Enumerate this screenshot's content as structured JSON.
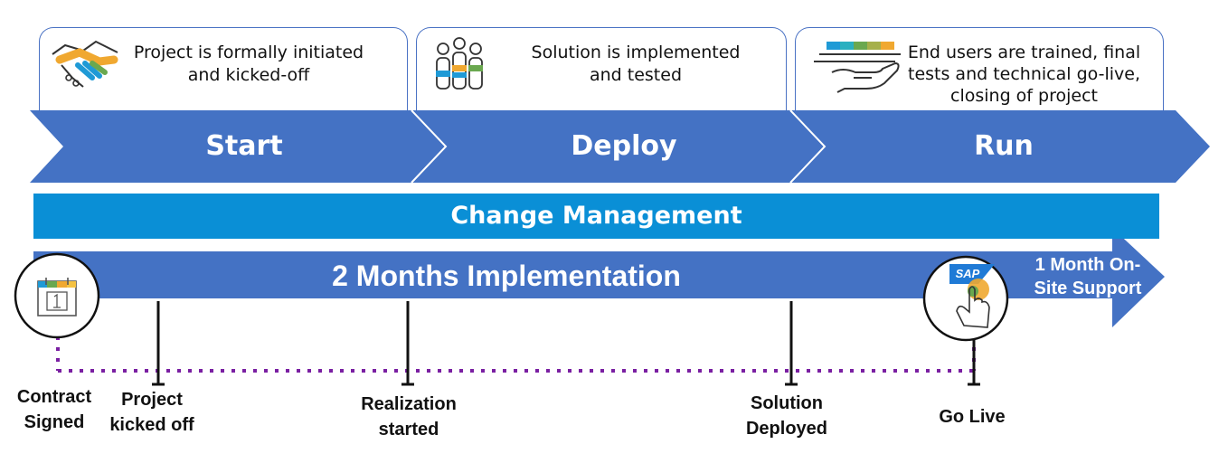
{
  "phases": [
    {
      "label": "Start",
      "description": "Project is formally initiated and kicked-off",
      "icon": "handshake-icon"
    },
    {
      "label": "Deploy",
      "description": "Solution is implemented and tested",
      "icon": "team-icon"
    },
    {
      "label": "Run",
      "description": "End users are trained, final tests and technical go-live, closing of project",
      "icon": "hand-serving-tray-icon"
    }
  ],
  "change_management": {
    "label": "Change Management"
  },
  "implementation": {
    "label": "2 Months Implementation"
  },
  "support": {
    "label_line1": "1 Month On-",
    "label_line2": "Site Support"
  },
  "milestones": [
    {
      "line1": "Contract",
      "line2": "Signed",
      "icon": "calendar-icon"
    },
    {
      "line1": "Project",
      "line2": "kicked off"
    },
    {
      "line1": "Realization",
      "line2": "started"
    },
    {
      "line1": "Solution",
      "line2": "Deployed"
    },
    {
      "line1": "Go Live",
      "line2": "",
      "icon": "sap-touch-icon"
    }
  ],
  "logo_text": "SAP",
  "colors": {
    "phase_blue": "#4472c4",
    "change_blue": "#0a8fd6",
    "timeline_purple": "#7a1fa2",
    "accent_orange": "#f0a830",
    "accent_teal": "#1f9ad6",
    "accent_green": "#6aa84f"
  }
}
